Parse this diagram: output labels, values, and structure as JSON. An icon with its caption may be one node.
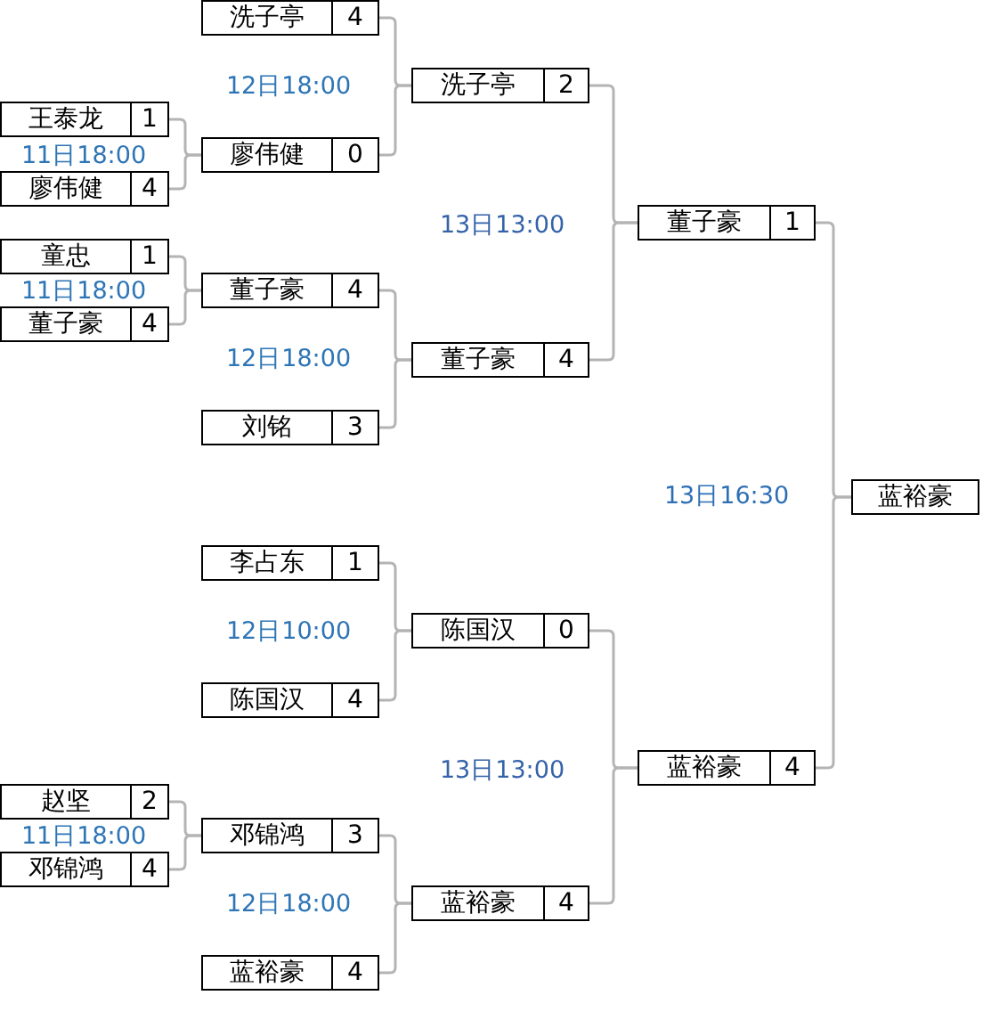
{
  "diagram": {
    "nodes": [
      {
        "text": [
          "王泰龙",
          "1"
        ]
      },
      {
        "text": [
          "廖伟健",
          "4"
        ]
      },
      {
        "text": [
          "童忠",
          "1"
        ]
      },
      {
        "text": [
          "董子豪",
          "4"
        ]
      },
      {
        "text": [
          "赵坚",
          "2"
        ]
      },
      {
        "text": [
          "邓锦鸿",
          "4"
        ]
      },
      {
        "text": [
          "洗子亭",
          "4"
        ]
      },
      {
        "text": [
          "廖伟健",
          "0"
        ]
      },
      {
        "text": [
          "董子豪",
          "4"
        ]
      },
      {
        "text": [
          "刘铭",
          "3"
        ]
      },
      {
        "text": [
          "李占东",
          "1"
        ]
      },
      {
        "text": [
          "陈国汉",
          "4"
        ]
      },
      {
        "text": [
          "邓锦鸿",
          "3"
        ]
      },
      {
        "text": [
          "蓝裕豪",
          "4"
        ]
      },
      {
        "text": [
          "洗子亭",
          "2"
        ]
      },
      {
        "text": [
          "董子豪",
          "4"
        ]
      },
      {
        "text": [
          "陈国汉",
          "0"
        ]
      },
      {
        "text": [
          "蓝裕豪",
          "4"
        ]
      },
      {
        "text": [
          "董子豪",
          "1"
        ]
      },
      {
        "text": [
          "蓝裕豪",
          "4"
        ]
      },
      {
        "text": [
          "蓝裕豪"
        ]
      }
    ],
    "edges": [
      {
        "from": 0,
        "to": 7,
        "arrow": "none"
      },
      {
        "from": 1,
        "to": 7,
        "arrow": "none"
      },
      {
        "from": 2,
        "to": 8,
        "arrow": "none"
      },
      {
        "from": 3,
        "to": 8,
        "arrow": "none"
      },
      {
        "from": 4,
        "to": 12,
        "arrow": "none"
      },
      {
        "from": 5,
        "to": 12,
        "arrow": "none"
      },
      {
        "from": 6,
        "to": 14,
        "arrow": "none"
      },
      {
        "from": 7,
        "to": 14,
        "arrow": "none"
      },
      {
        "from": 8,
        "to": 15,
        "arrow": "none"
      },
      {
        "from": 9,
        "to": 15,
        "arrow": "none"
      },
      {
        "from": 10,
        "to": 16,
        "arrow": "none"
      },
      {
        "from": 11,
        "to": 16,
        "arrow": "none"
      },
      {
        "from": 12,
        "to": 17,
        "arrow": "none"
      },
      {
        "from": 13,
        "to": 17,
        "arrow": "none"
      },
      {
        "from": 14,
        "to": 18,
        "arrow": "none"
      },
      {
        "from": 15,
        "to": 18,
        "arrow": "none"
      },
      {
        "from": 16,
        "to": 19,
        "arrow": "none"
      },
      {
        "from": 17,
        "to": 19,
        "arrow": "none"
      },
      {
        "from": 18,
        "to": 20,
        "arrow": "none"
      },
      {
        "from": 19,
        "to": 20,
        "arrow": "none"
      }
    ],
    "labels": [
      "12日18:00",
      "11日18:00",
      "13日13:00",
      "11日18:00",
      "12日18:00",
      "13日16:30",
      "12日10:00",
      "13日13:00",
      "11日18:00",
      "12日18:00"
    ]
  }
}
